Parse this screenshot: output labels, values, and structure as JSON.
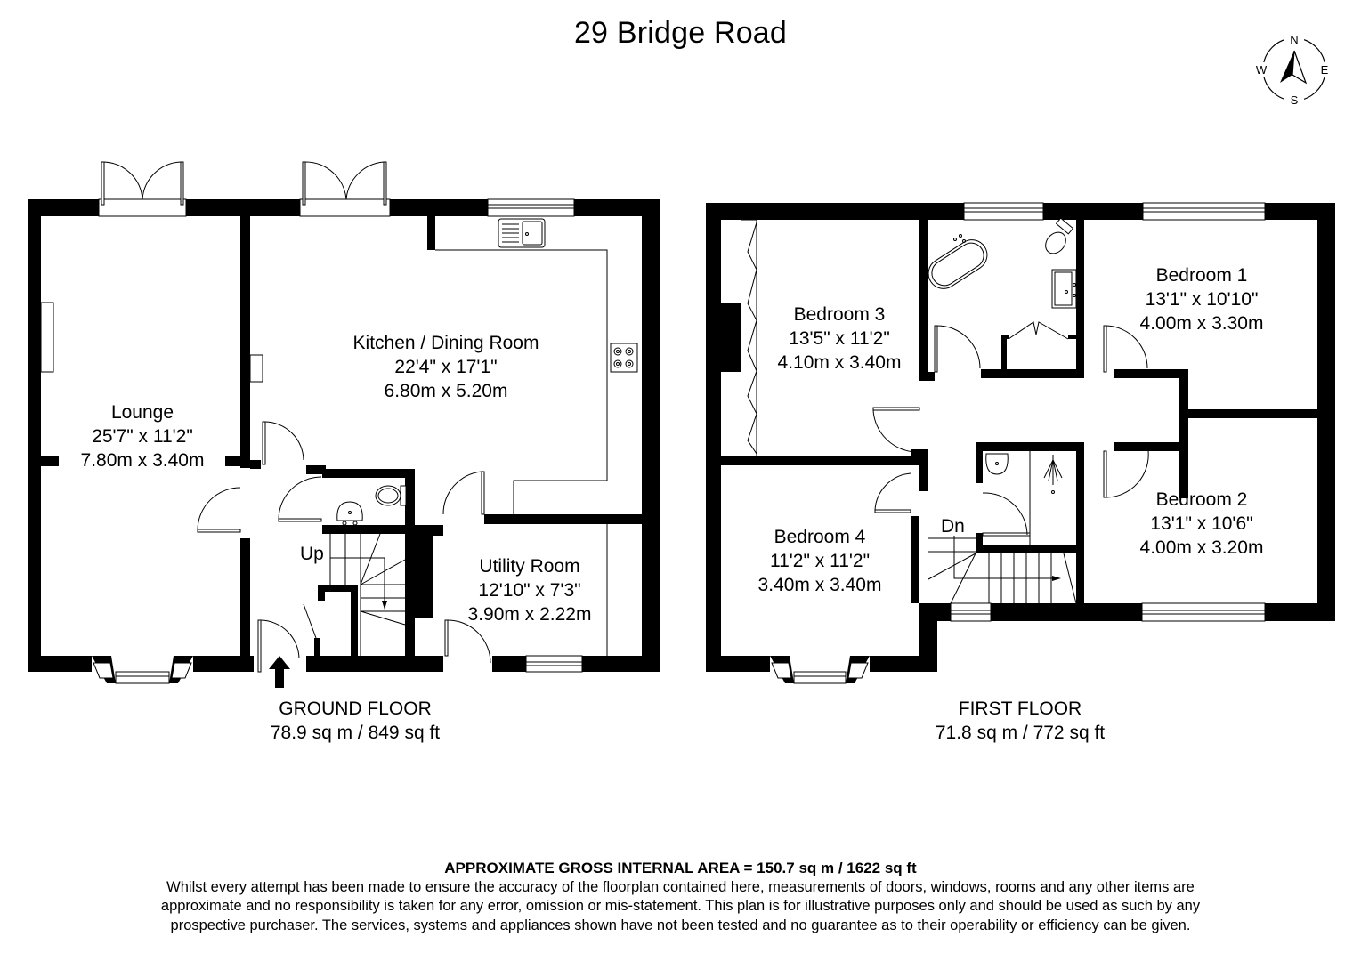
{
  "title": "29 Bridge Road",
  "compass": {
    "north": "N",
    "east": "E",
    "south": "S",
    "west": "W"
  },
  "ground_floor": {
    "name": "GROUND FLOOR",
    "area": "78.9 sq m / 849 sq ft",
    "stairs_label": "Up",
    "rooms": [
      {
        "name": "Lounge",
        "imperial": "25'7\" x 11'2\"",
        "metric": "7.80m x 3.40m"
      },
      {
        "name": "Kitchen / Dining Room",
        "imperial": "22'4\" x 17'1\"",
        "metric": "6.80m x 5.20m"
      },
      {
        "name": "Utility Room",
        "imperial": "12'10\" x 7'3\"",
        "metric": "3.90m x 2.22m"
      }
    ]
  },
  "first_floor": {
    "name": "FIRST FLOOR",
    "area": "71.8 sq m / 772 sq ft",
    "stairs_label": "Dn",
    "rooms": [
      {
        "name": "Bedroom 3",
        "imperial": "13'5\" x 11'2\"",
        "metric": "4.10m x 3.40m"
      },
      {
        "name": "Bedroom 1",
        "imperial": "13'1\" x 10'10\"",
        "metric": "4.00m x 3.30m"
      },
      {
        "name": "Bedroom 2",
        "imperial": "13'1\" x 10'6\"",
        "metric": "4.00m x 3.20m"
      },
      {
        "name": "Bedroom 4",
        "imperial": "11'2\" x 11'2\"",
        "metric": "3.40m x 3.40m"
      }
    ]
  },
  "footer": {
    "gross_area": "APPROXIMATE GROSS INTERNAL AREA = 150.7 sq m / 1622 sq ft",
    "disclaimer_lines": [
      "Whilst every attempt has been made to ensure the accuracy of the floorplan contained here, measurements of doors, windows, rooms and any other items are",
      "approximate and no responsibility is taken for any error, omission or mis-statement. This plan is for illustrative purposes only and should be used as such by any",
      "prospective purchaser. The services, systems and appliances shown have not been tested and no guarantee as to their operability or efficiency can be given."
    ]
  }
}
